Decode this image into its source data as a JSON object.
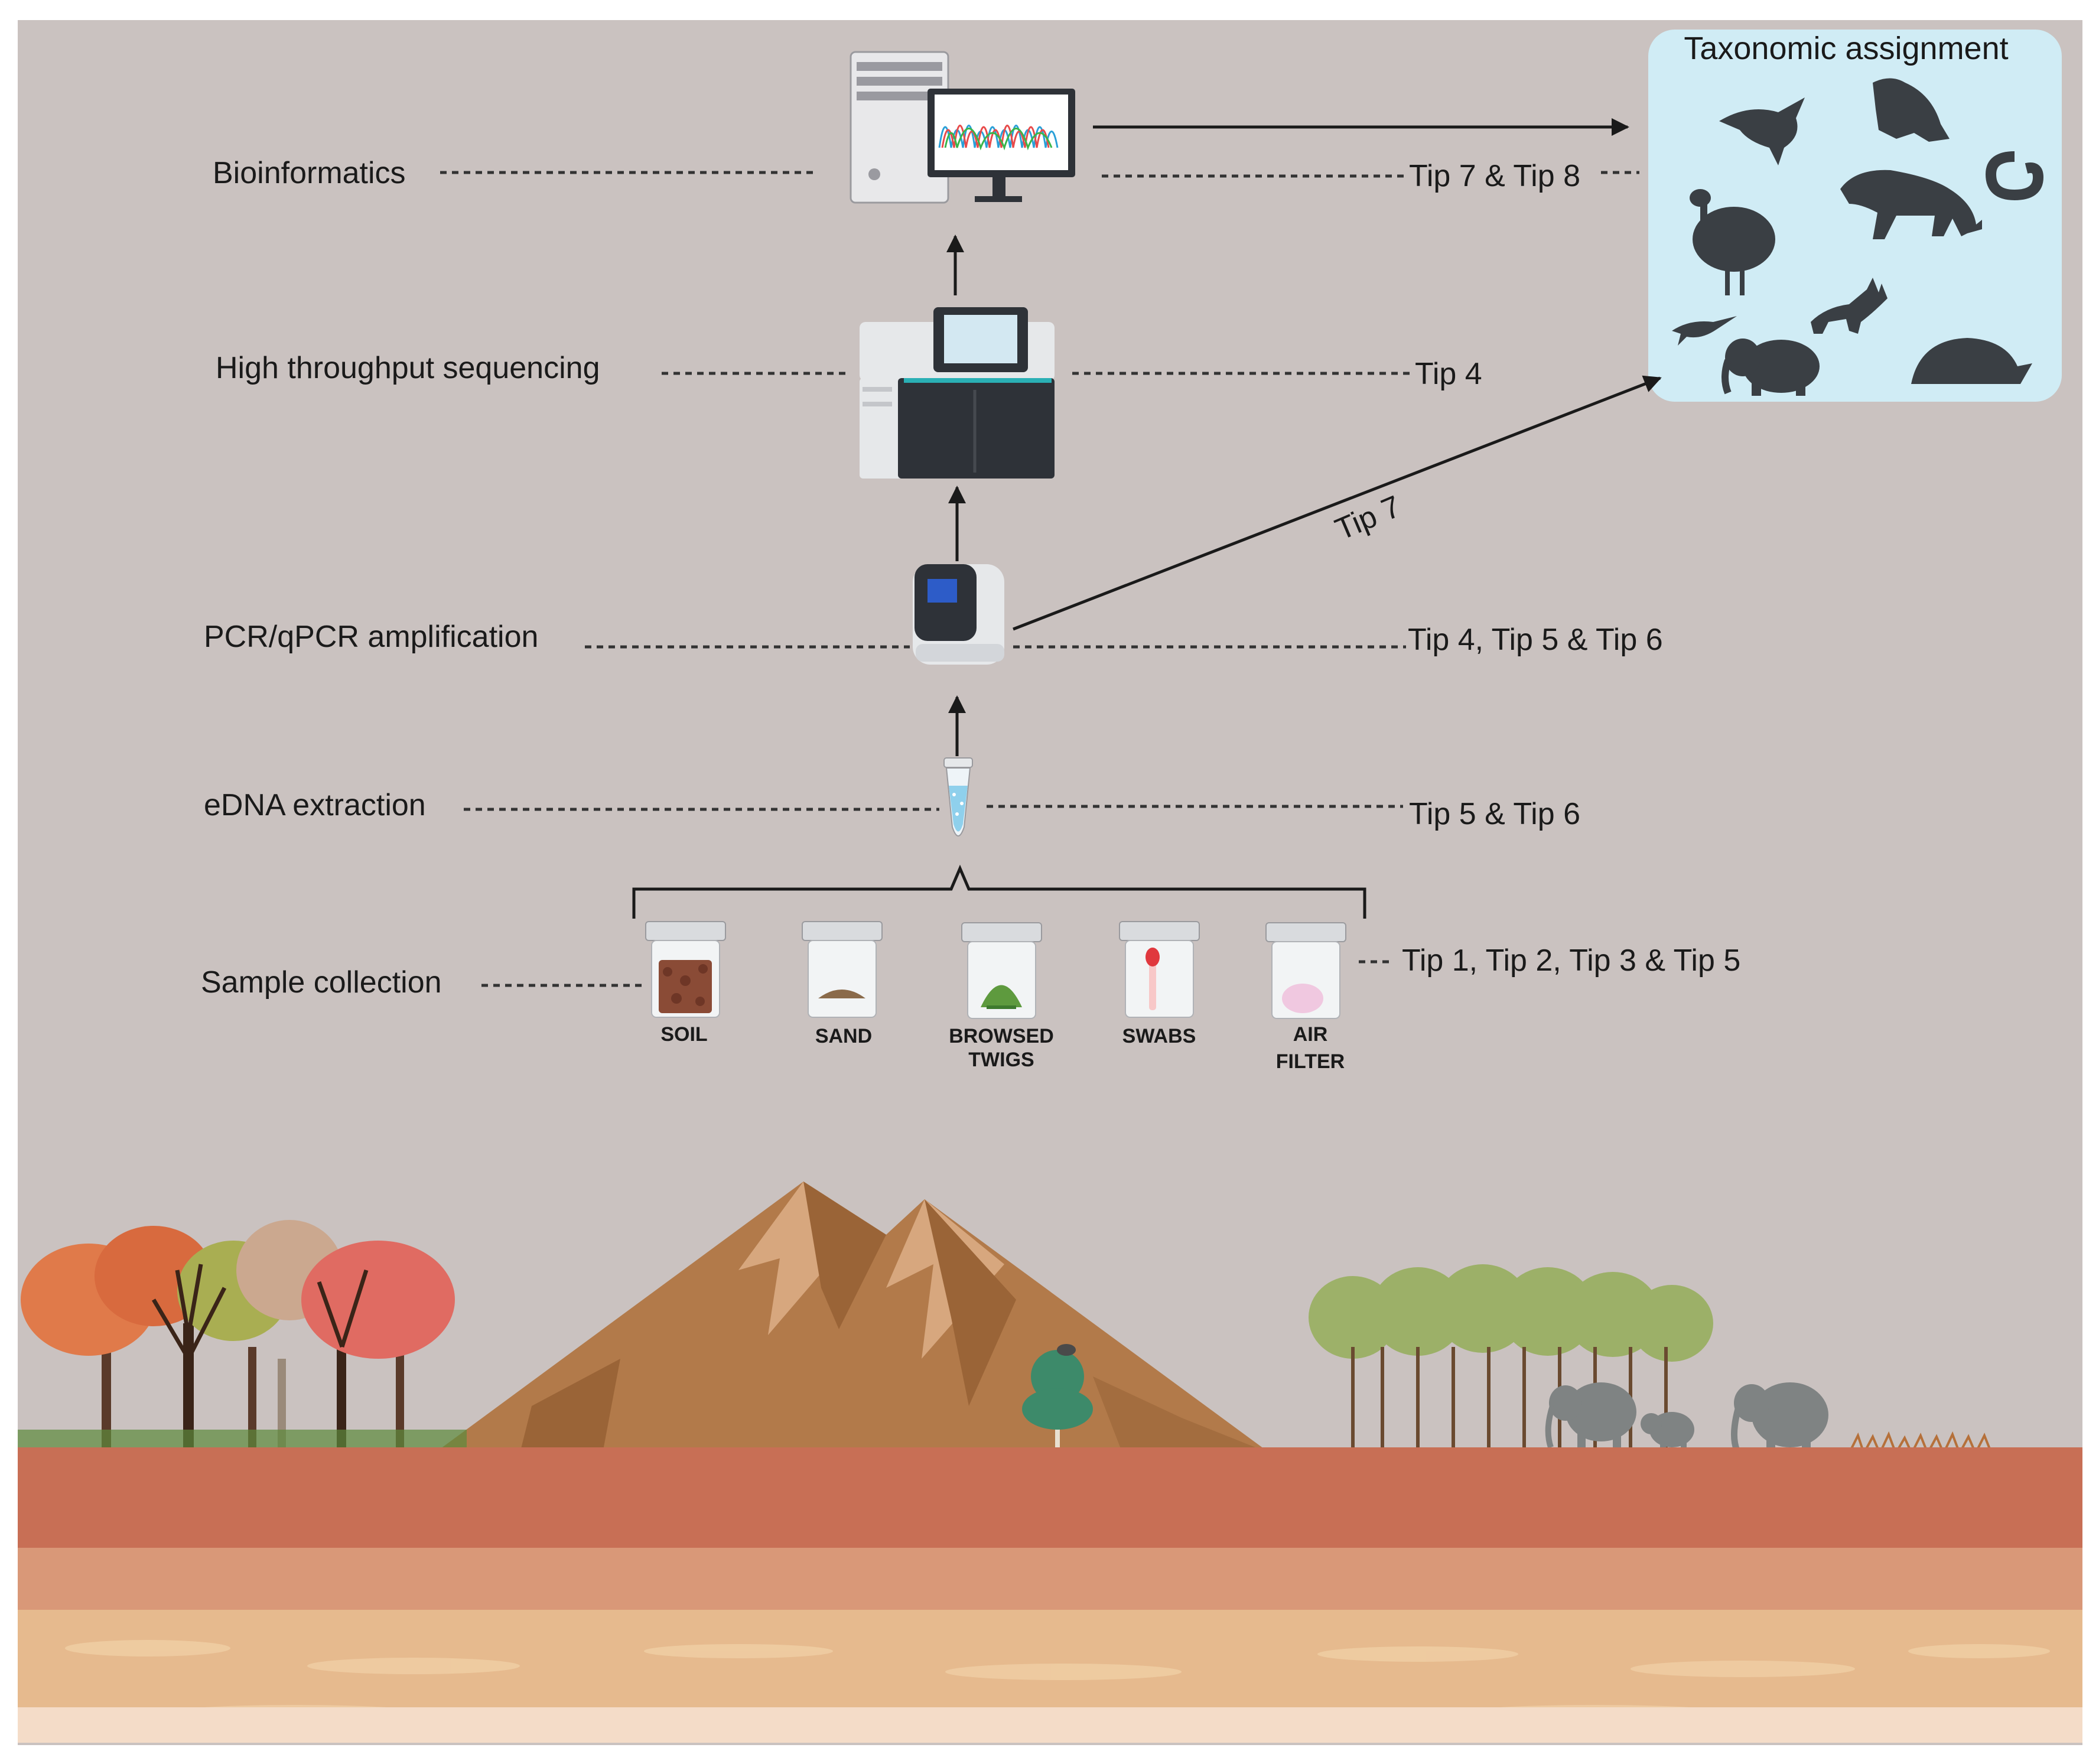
{
  "steps": {
    "bioinformatics": "Bioinformatics",
    "sequencing": "High throughput sequencing",
    "pcr": "PCR/qPCR amplification",
    "extraction": "eDNA extraction",
    "collection": "Sample collection"
  },
  "tips": {
    "bioinformatics": "Tip 7 & Tip 8",
    "sequencing": "Tip 4",
    "pcr": "Tip 4, Tip 5 & Tip 6",
    "extraction": "Tip 5 & Tip 6",
    "collection": "Tip 1, Tip 2, Tip 3 & Tip 5",
    "pcr_to_taxonomy": "Tip 7"
  },
  "taxonomy": {
    "title": "Taxonomic assignment",
    "icons": [
      "bird-silhouette-icon",
      "frog-silhouette-icon",
      "lion-silhouette-icon",
      "snake-silhouette-icon",
      "emu-silhouette-icon",
      "lizard-silhouette-icon",
      "elephant-silhouette-icon",
      "jackal-silhouette-icon",
      "tortoise-silhouette-icon"
    ]
  },
  "samples": [
    {
      "line1": "SOIL",
      "line2": ""
    },
    {
      "line1": "SAND",
      "line2": ""
    },
    {
      "line1": "BROWSED",
      "line2": "TWIGS"
    },
    {
      "line1": "SWABS",
      "line2": ""
    },
    {
      "line1": "AIR",
      "line2": "FILTER"
    }
  ],
  "colors": {
    "background": "#cac2c0",
    "taxonomy_panel": "#d0ecf5",
    "ground_top": "#c86f55",
    "ground_mid": "#d99878",
    "ground_low": "#e6ba8e"
  }
}
